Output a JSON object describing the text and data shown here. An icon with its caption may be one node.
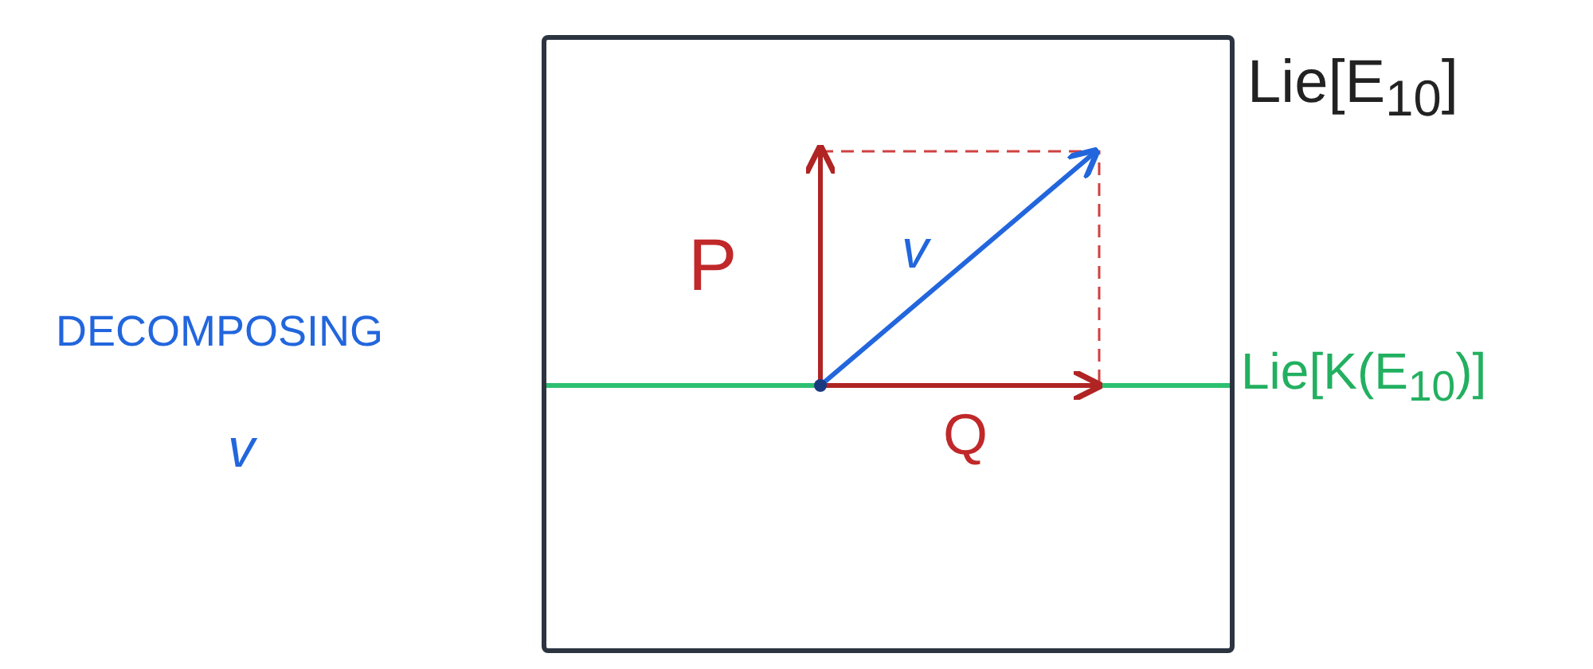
{
  "diagram": {
    "nodes": [
      {
        "text": [
          "Lie[E$_{10}$]"
        ]
      }
    ],
    "labels": [
      "DECOMPOSING",
      "v",
      "P",
      "v",
      "Lie[K(E$_{10}$)]",
      "Q"
    ]
  }
}
